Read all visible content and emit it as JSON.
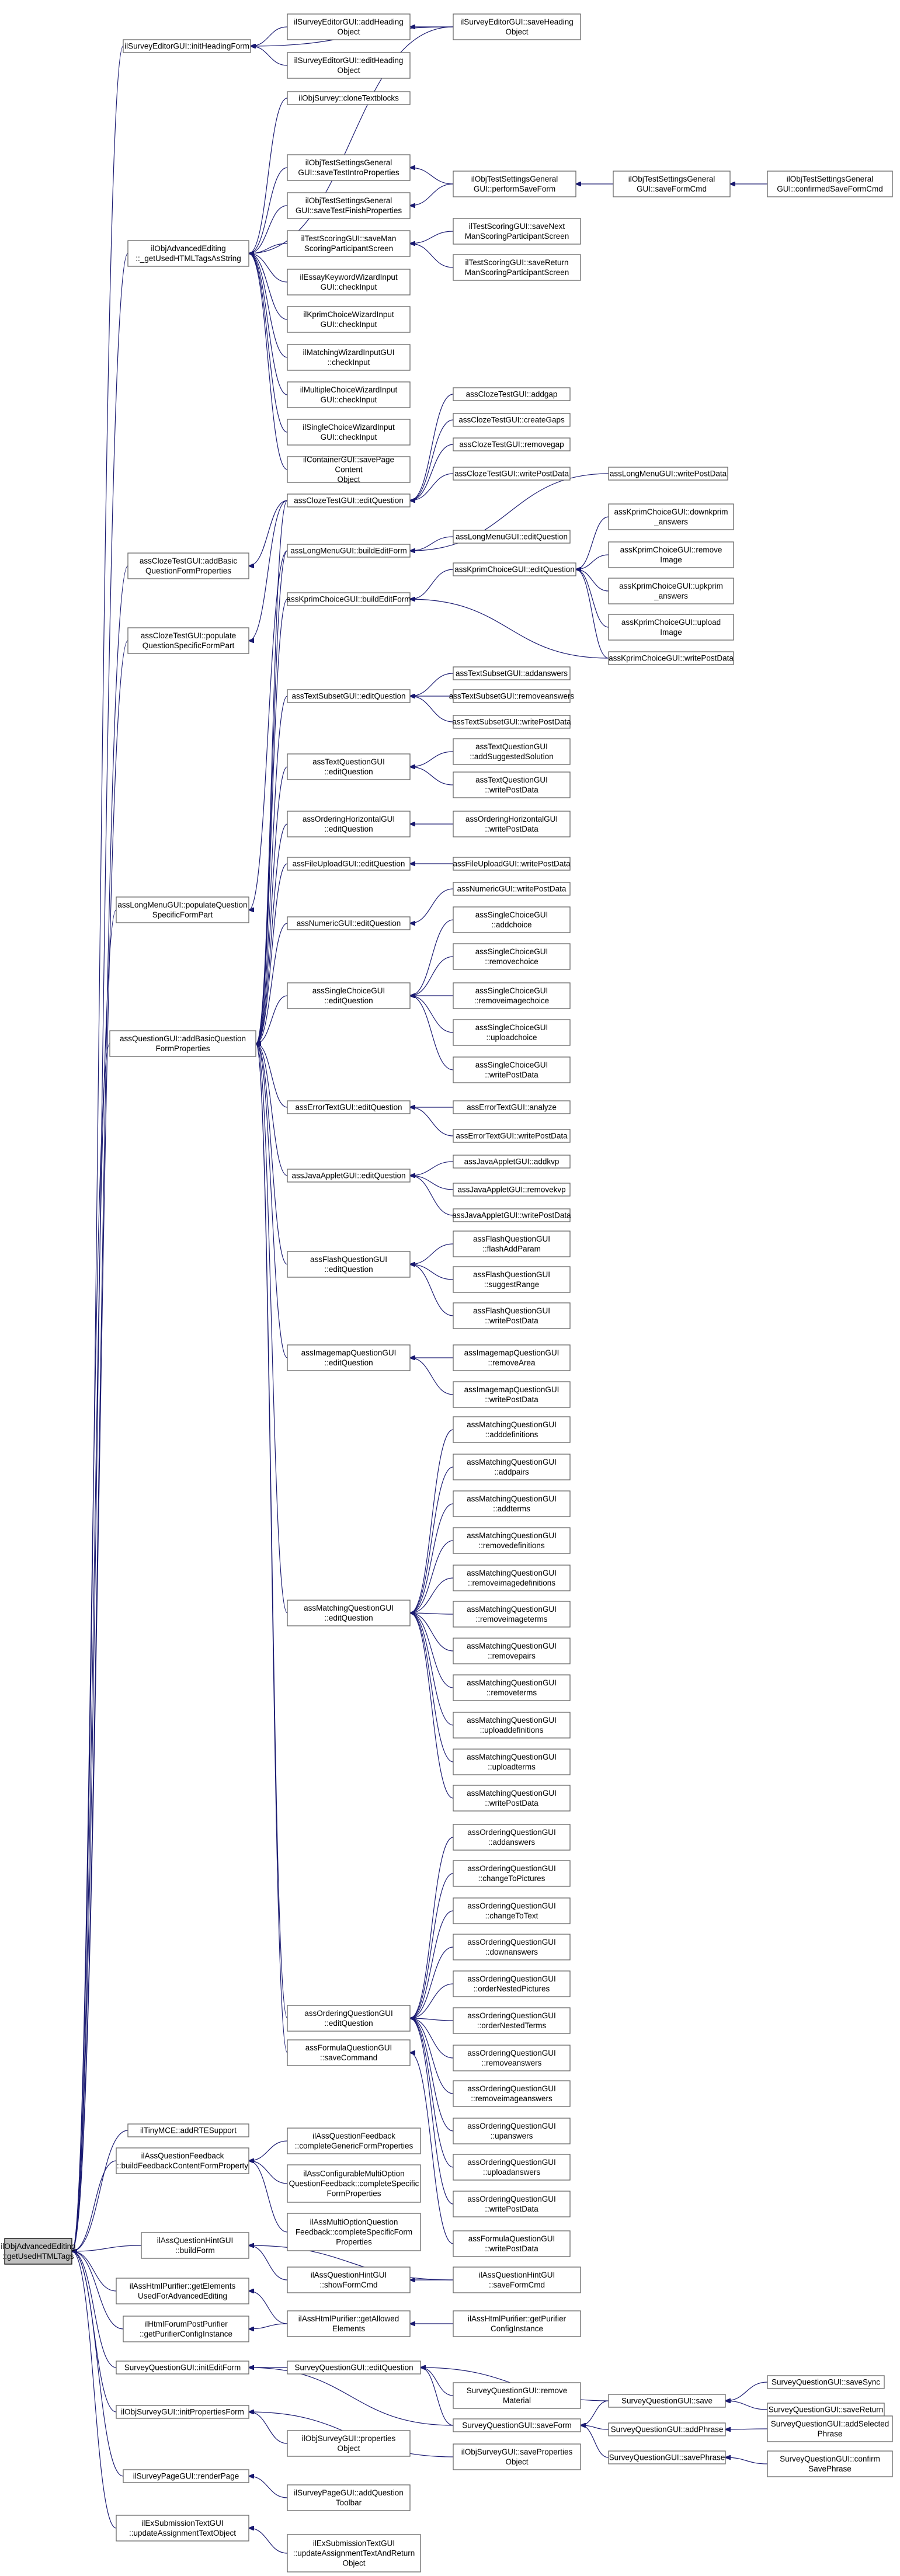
{
  "nodes": {
    "root": [
      "ilObjAdvancedEditing",
      "::getUsedHTMLTags"
    ],
    "sveHeadInit": [
      "ilSurveyEditorGUI::initHeadingForm"
    ],
    "sveAddHead": [
      "ilSurveyEditorGUI::addHeading",
      "Object"
    ],
    "sveSaveHead": [
      "ilSurveyEditorGUI::saveHeading",
      "Object"
    ],
    "sveEditHead": [
      "ilSurveyEditorGUI::editHeading",
      "Object"
    ],
    "osCloneText": [
      "ilObjSurvey::cloneTextblocks"
    ],
    "advUsed": [
      "ilObjAdvancedEditing",
      "::_getUsedHTMLTagsAsString"
    ],
    "otsIntro": [
      "ilObjTestSettingsGeneral",
      "GUI::saveTestIntroProperties"
    ],
    "otsFinish": [
      "ilObjTestSettingsGeneral",
      "GUI::saveTestFinishProperties"
    ],
    "otsPerform": [
      "ilObjTestSettingsGeneral",
      "GUI::performSaveForm"
    ],
    "otsSaveCmd": [
      "ilObjTestSettingsGeneral",
      "GUI::saveFormCmd"
    ],
    "otsConfirm": [
      "ilObjTestSettingsGeneral",
      "GUI::confirmedSaveFormCmd"
    ],
    "tsSaveMan": [
      "ilTestScoringGUI::saveMan",
      "ScoringParticipantScreen"
    ],
    "tsNext": [
      "ilTestScoringGUI::saveNext",
      "ManScoringParticipantScreen"
    ],
    "tsReturn": [
      "ilTestScoringGUI::saveReturn",
      "ManScoringParticipantScreen"
    ],
    "essayWiz": [
      "ilEssayKeywordWizardInput",
      "GUI::checkInput"
    ],
    "kprimWiz": [
      "ilKprimChoiceWizardInput",
      "GUI::checkInput"
    ],
    "matchWiz": [
      "ilMatchingWizardInputGUI",
      "::checkInput"
    ],
    "multiWiz": [
      "ilMultipleChoiceWizardInput",
      "GUI::checkInput"
    ],
    "singleWiz": [
      "ilSingleChoiceWizardInput",
      "GUI::checkInput"
    ],
    "contSave": [
      "ilContainerGUI::savePage",
      "Content",
      "Object"
    ],
    "clozeAddGap": [
      "assClozeTestGUI::addgap"
    ],
    "clozeCreate": [
      "assClozeTestGUI::createGaps"
    ],
    "clozeRemove": [
      "assClozeTestGUI::removegap"
    ],
    "clozeWrite": [
      "assClozeTestGUI::writePostData"
    ],
    "clozeEdit": [
      "assClozeTestGUI::editQuestion"
    ],
    "clozeAddBasic": [
      "assClozeTestGUI::addBasic",
      "QuestionFormProperties"
    ],
    "lmWrite": [
      "assLongMenuGUI::writePostData"
    ],
    "lmBuild": [
      "assLongMenuGUI::buildEditForm"
    ],
    "lmEdit": [
      "assLongMenuGUI::editQuestion"
    ],
    "kpDown": [
      "assKprimChoiceGUI::downkprim",
      "_answers"
    ],
    "kpEdit": [
      "assKprimChoiceGUI::editQuestion"
    ],
    "kpRemImg": [
      "assKprimChoiceGUI::remove",
      "Image"
    ],
    "kpBuild": [
      "assKprimChoiceGUI::buildEditForm"
    ],
    "kpUp": [
      "assKprimChoiceGUI::upkprim",
      "_answers"
    ],
    "kpUpload": [
      "assKprimChoiceGUI::upload",
      "Image"
    ],
    "kpWrite": [
      "assKprimChoiceGUI::writePostData"
    ],
    "clozePopulate": [
      "assClozeTestGUI::populate",
      "QuestionSpecificFormPart"
    ],
    "tsAdd": [
      "assTextSubsetGUI::addanswers"
    ],
    "tsEdit": [
      "assTextSubsetGUI::editQuestion"
    ],
    "tsRem": [
      "assTextSubsetGUI::removeanswers"
    ],
    "tsWrite": [
      "assTextSubsetGUI::writePostData"
    ],
    "tqAdd": [
      "assTextQuestionGUI",
      "::addSuggestedSolution"
    ],
    "tqEdit": [
      "assTextQuestionGUI",
      "::editQuestion"
    ],
    "tqWrite": [
      "assTextQuestionGUI",
      "::writePostData"
    ],
    "ohEdit": [
      "assOrderingHorizontalGUI",
      "::editQuestion"
    ],
    "ohWrite": [
      "assOrderingHorizontalGUI",
      "::writePostData"
    ],
    "fuEdit": [
      "assFileUploadGUI::editQuestion"
    ],
    "fuWrite": [
      "assFileUploadGUI::writePostData"
    ],
    "lmPopulate": [
      "assLongMenuGUI::populateQuestion",
      "SpecificFormPart"
    ],
    "numWrite": [
      "assNumericGUI::writePostData"
    ],
    "numEdit": [
      "assNumericGUI::editQuestion"
    ],
    "scAdd": [
      "assSingleChoiceGUI",
      "::addchoice"
    ],
    "scRem": [
      "assSingleChoiceGUI",
      "::removechoice"
    ],
    "scEdit": [
      "assSingleChoiceGUI",
      "::editQuestion"
    ],
    "scRemImg": [
      "assSingleChoiceGUI",
      "::removeimagechoice"
    ],
    "scUpload": [
      "assSingleChoiceGUI",
      "::uploadchoice"
    ],
    "scWrite": [
      "assSingleChoiceGUI",
      "::writePostData"
    ],
    "qAddBasic": [
      "assQuestionGUI::addBasicQuestion",
      "FormProperties"
    ],
    "etAnalyze": [
      "assErrorTextGUI::analyze"
    ],
    "etEdit": [
      "assErrorTextGUI::editQuestion"
    ],
    "etWrite": [
      "assErrorTextGUI::writePostData"
    ],
    "jaAdd": [
      "assJavaAppletGUI::addkvp"
    ],
    "jaEdit": [
      "assJavaAppletGUI::editQuestion"
    ],
    "jaRem": [
      "assJavaAppletGUI::removekvp"
    ],
    "jaWrite": [
      "assJavaAppletGUI::writePostData"
    ],
    "flAdd": [
      "assFlashQuestionGUI",
      "::flashAddParam"
    ],
    "flEdit": [
      "assFlashQuestionGUI",
      "::editQuestion"
    ],
    "flRange": [
      "assFlashQuestionGUI",
      "::suggestRange"
    ],
    "flWrite": [
      "assFlashQuestionGUI",
      "::writePostData"
    ],
    "imEdit": [
      "assImagemapQuestionGUI",
      "::editQuestion"
    ],
    "imRem": [
      "assImagemapQuestionGUI",
      "::removeArea"
    ],
    "imWrite": [
      "assImagemapQuestionGUI",
      "::writePostData"
    ],
    "mqEdit": [
      "assMatchingQuestionGUI",
      "::editQuestion"
    ],
    "mq1": [
      "assMatchingQuestionGUI",
      "::adddefinitions"
    ],
    "mq2": [
      "assMatchingQuestionGUI",
      "::addpairs"
    ],
    "mq3": [
      "assMatchingQuestionGUI",
      "::addterms"
    ],
    "mq4": [
      "assMatchingQuestionGUI",
      "::removedefinitions"
    ],
    "mq5": [
      "assMatchingQuestionGUI",
      "::removeimagedefinitions"
    ],
    "mq6": [
      "assMatchingQuestionGUI",
      "::removeimageterms"
    ],
    "mq7": [
      "assMatchingQuestionGUI",
      "::removepairs"
    ],
    "mq8": [
      "assMatchingQuestionGUI",
      "::removeterms"
    ],
    "mq9": [
      "assMatchingQuestionGUI",
      "::uploaddefinitions"
    ],
    "mq10": [
      "assMatchingQuestionGUI",
      "::uploadterms"
    ],
    "mq11": [
      "assMatchingQuestionGUI",
      "::writePostData"
    ],
    "oqEdit": [
      "assOrderingQuestionGUI",
      "::editQuestion"
    ],
    "oq1": [
      "assOrderingQuestionGUI",
      "::addanswers"
    ],
    "oq2": [
      "assOrderingQuestionGUI",
      "::changeToPictures"
    ],
    "oq3": [
      "assOrderingQuestionGUI",
      "::changeToText"
    ],
    "oq4": [
      "assOrderingQuestionGUI",
      "::downanswers"
    ],
    "oq5": [
      "assOrderingQuestionGUI",
      "::orderNestedPictures"
    ],
    "oq6": [
      "assOrderingQuestionGUI",
      "::orderNestedTerms"
    ],
    "oq7": [
      "assOrderingQuestionGUI",
      "::removeanswers"
    ],
    "oq8": [
      "assOrderingQuestionGUI",
      "::removeimageanswers"
    ],
    "oq9": [
      "assOrderingQuestionGUI",
      "::upanswers"
    ],
    "oq10": [
      "assOrderingQuestionGUI",
      "::uploadanswers"
    ],
    "oq11": [
      "assOrderingQuestionGUI",
      "::writePostData"
    ],
    "fqSave": [
      "assFormulaQuestionGUI",
      "::saveCommand"
    ],
    "fqWrite": [
      "assFormulaQuestionGUI",
      "::writePostData"
    ],
    "tinyAdd": [
      "ilTinyMCE::addRTESupport"
    ],
    "qfBuild": [
      "ilAssQuestionFeedback",
      "::buildFeedbackContentFormProperty"
    ],
    "qfGeneric": [
      "ilAssQuestionFeedback",
      "::completeGenericFormProperties"
    ],
    "qfConfig": [
      "ilAssConfigurableMultiOption",
      "QuestionFeedback::completeSpecific",
      "FormProperties"
    ],
    "qfMulti": [
      "ilAssMultiOptionQuestion",
      "Feedback::completeSpecificForm",
      "Properties"
    ],
    "hintBuild": [
      "ilAssQuestionHintGUI",
      "::buildForm"
    ],
    "hintShow": [
      "ilAssQuestionHintGUI",
      "::showFormCmd"
    ],
    "hintSave": [
      "ilAssQuestionHintGUI",
      "::saveFormCmd"
    ],
    "hpElements": [
      "ilAssHtmlPurifier::getElements",
      "UsedForAdvancedEditing"
    ],
    "hpAllowed": [
      "ilAssHtmlPurifier::getAllowed",
      "Elements"
    ],
    "hpConfig": [
      "ilAssHtmlPurifier::getPurifier",
      "ConfigInstance"
    ],
    "hfConfig": [
      "ilHtmlForumPostPurifier",
      "::getPurifierConfigInstance"
    ],
    "sqInit": [
      "SurveyQuestionGUI::initEditForm"
    ],
    "sqEdit": [
      "SurveyQuestionGUI::editQuestion"
    ],
    "sqRemMat": [
      "SurveyQuestionGUI::remove",
      "Material"
    ],
    "sqSaveForm": [
      "SurveyQuestionGUI::saveForm"
    ],
    "sqSave": [
      "SurveyQuestionGUI::save"
    ],
    "sqSaveSync": [
      "SurveyQuestionGUI::saveSync"
    ],
    "sqSaveReturn": [
      "SurveyQuestionGUI::saveReturn"
    ],
    "sqAddPhrase": [
      "SurveyQuestionGUI::addPhrase"
    ],
    "sqAddSel": [
      "SurveyQuestionGUI::addSelected",
      "Phrase"
    ],
    "sqSavePhrase": [
      "SurveyQuestionGUI::savePhrase"
    ],
    "sqConfirm": [
      "SurveyQuestionGUI::confirm",
      "SavePhrase"
    ],
    "osInitProps": [
      "ilObjSurveyGUI::initPropertiesForm"
    ],
    "osProps": [
      "ilObjSurveyGUI::properties",
      "Object"
    ],
    "osSaveProps": [
      "ilObjSurveyGUI::saveProperties",
      "Object"
    ],
    "spRender": [
      "ilSurveyPageGUI::renderPage"
    ],
    "spAddToolbar": [
      "ilSurveyPageGUI::addQuestion",
      "Toolbar"
    ],
    "exUpdate": [
      "ilExSubmissionTextGUI",
      "::updateAssignmentTextObject"
    ],
    "exUpdateRet": [
      "ilExSubmissionTextGUI",
      "::updateAssignmentTextAndReturn",
      "Object"
    ]
  },
  "edges": [
    [
      "sveHeadInit",
      "root"
    ],
    [
      "sveAddHead",
      "sveHeadInit"
    ],
    [
      "sveSaveHead",
      "sveHeadInit"
    ],
    [
      "sveEditHead",
      "sveHeadInit"
    ],
    [
      "sveSaveHead",
      "sveAddHead"
    ],
    [
      "advUsed",
      "root"
    ],
    [
      "osCloneText",
      "advUsed"
    ],
    [
      "sveSaveHead",
      "advUsed"
    ],
    [
      "otsIntro",
      "advUsed"
    ],
    [
      "otsFinish",
      "advUsed"
    ],
    [
      "otsPerform",
      "otsIntro"
    ],
    [
      "otsPerform",
      "otsFinish"
    ],
    [
      "otsSaveCmd",
      "otsPerform"
    ],
    [
      "otsConfirm",
      "otsSaveCmd"
    ],
    [
      "tsSaveMan",
      "advUsed"
    ],
    [
      "tsNext",
      "tsSaveMan"
    ],
    [
      "tsReturn",
      "tsSaveMan"
    ],
    [
      "essayWiz",
      "advUsed"
    ],
    [
      "kprimWiz",
      "advUsed"
    ],
    [
      "matchWiz",
      "advUsed"
    ],
    [
      "multiWiz",
      "advUsed"
    ],
    [
      "singleWiz",
      "advUsed"
    ],
    [
      "contSave",
      "advUsed"
    ],
    [
      "clozeAddBasic",
      "root"
    ],
    [
      "clozeEdit",
      "clozeAddBasic"
    ],
    [
      "clozeAddGap",
      "clozeEdit"
    ],
    [
      "clozeCreate",
      "clozeEdit"
    ],
    [
      "clozeRemove",
      "clozeEdit"
    ],
    [
      "clozeWrite",
      "clozeEdit"
    ],
    [
      "clozePopulate",
      "root"
    ],
    [
      "clozeEdit",
      "clozePopulate"
    ],
    [
      "lmPopulate",
      "root"
    ],
    [
      "qAddBasic",
      "root"
    ],
    [
      "lmBuild",
      "lmPopulate"
    ],
    [
      "lmWrite",
      "lmBuild"
    ],
    [
      "lmEdit",
      "lmBuild"
    ],
    [
      "kpBuild",
      "qAddBasic"
    ],
    [
      "kpEdit",
      "kpBuild"
    ],
    [
      "kpDown",
      "kpEdit"
    ],
    [
      "kpRemImg",
      "kpEdit"
    ],
    [
      "kpUp",
      "kpEdit"
    ],
    [
      "kpUpload",
      "kpEdit"
    ],
    [
      "kpWrite",
      "kpEdit"
    ],
    [
      "kpWrite",
      "kpBuild"
    ],
    [
      "lmBuild",
      "qAddBasic"
    ],
    [
      "clozeEdit",
      "qAddBasic"
    ],
    [
      "tsEdit",
      "qAddBasic"
    ],
    [
      "tsAdd",
      "tsEdit"
    ],
    [
      "tsRem",
      "tsEdit"
    ],
    [
      "tsWrite",
      "tsEdit"
    ],
    [
      "tqEdit",
      "qAddBasic"
    ],
    [
      "tqAdd",
      "tqEdit"
    ],
    [
      "tqWrite",
      "tqEdit"
    ],
    [
      "ohEdit",
      "qAddBasic"
    ],
    [
      "ohWrite",
      "ohEdit"
    ],
    [
      "fuEdit",
      "qAddBasic"
    ],
    [
      "fuWrite",
      "fuEdit"
    ],
    [
      "numEdit",
      "qAddBasic"
    ],
    [
      "numWrite",
      "numEdit"
    ],
    [
      "scEdit",
      "qAddBasic"
    ],
    [
      "scAdd",
      "scEdit"
    ],
    [
      "scRem",
      "scEdit"
    ],
    [
      "scRemImg",
      "scEdit"
    ],
    [
      "scUpload",
      "scEdit"
    ],
    [
      "scWrite",
      "scEdit"
    ],
    [
      "etEdit",
      "qAddBasic"
    ],
    [
      "etAnalyze",
      "etEdit"
    ],
    [
      "etWrite",
      "etEdit"
    ],
    [
      "jaEdit",
      "qAddBasic"
    ],
    [
      "jaAdd",
      "jaEdit"
    ],
    [
      "jaRem",
      "jaEdit"
    ],
    [
      "jaWrite",
      "jaEdit"
    ],
    [
      "flEdit",
      "qAddBasic"
    ],
    [
      "flAdd",
      "flEdit"
    ],
    [
      "flRange",
      "flEdit"
    ],
    [
      "flWrite",
      "flEdit"
    ],
    [
      "imEdit",
      "qAddBasic"
    ],
    [
      "imRem",
      "imEdit"
    ],
    [
      "imWrite",
      "imEdit"
    ],
    [
      "mqEdit",
      "qAddBasic"
    ],
    [
      "mq1",
      "mqEdit"
    ],
    [
      "mq2",
      "mqEdit"
    ],
    [
      "mq3",
      "mqEdit"
    ],
    [
      "mq4",
      "mqEdit"
    ],
    [
      "mq5",
      "mqEdit"
    ],
    [
      "mq6",
      "mqEdit"
    ],
    [
      "mq7",
      "mqEdit"
    ],
    [
      "mq8",
      "mqEdit"
    ],
    [
      "mq9",
      "mqEdit"
    ],
    [
      "mq10",
      "mqEdit"
    ],
    [
      "mq11",
      "mqEdit"
    ],
    [
      "oqEdit",
      "qAddBasic"
    ],
    [
      "oq1",
      "oqEdit"
    ],
    [
      "oq2",
      "oqEdit"
    ],
    [
      "oq3",
      "oqEdit"
    ],
    [
      "oq4",
      "oqEdit"
    ],
    [
      "oq5",
      "oqEdit"
    ],
    [
      "oq6",
      "oqEdit"
    ],
    [
      "oq7",
      "oqEdit"
    ],
    [
      "oq8",
      "oqEdit"
    ],
    [
      "oq9",
      "oqEdit"
    ],
    [
      "oq10",
      "oqEdit"
    ],
    [
      "oq11",
      "oqEdit"
    ],
    [
      "fqSave",
      "qAddBasic"
    ],
    [
      "fqWrite",
      "fqSave"
    ],
    [
      "tinyAdd",
      "root"
    ],
    [
      "qfBuild",
      "root"
    ],
    [
      "qfGeneric",
      "qfBuild"
    ],
    [
      "qfConfig",
      "qfBuild"
    ],
    [
      "qfMulti",
      "qfBuild"
    ],
    [
      "hintBuild",
      "root"
    ],
    [
      "hintShow",
      "hintBuild"
    ],
    [
      "hintSave",
      "hintBuild"
    ],
    [
      "hintSave",
      "hintShow"
    ],
    [
      "hpElements",
      "root"
    ],
    [
      "hpAllowed",
      "hpElements"
    ],
    [
      "hpAllowed",
      "hfConfig"
    ],
    [
      "hpConfig",
      "hpAllowed"
    ],
    [
      "hfConfig",
      "root"
    ],
    [
      "sqInit",
      "root"
    ],
    [
      "sqEdit",
      "sqInit"
    ],
    [
      "sqRemMat",
      "sqEdit"
    ],
    [
      "sqSaveForm",
      "sqEdit"
    ],
    [
      "sqSaveForm",
      "sqInit"
    ],
    [
      "sqSave",
      "sqSaveForm"
    ],
    [
      "sqSave",
      "sqEdit"
    ],
    [
      "sqSaveSync",
      "sqSave"
    ],
    [
      "sqSaveReturn",
      "sqSave"
    ],
    [
      "sqAddPhrase",
      "sqSaveForm"
    ],
    [
      "sqAddSel",
      "sqAddPhrase"
    ],
    [
      "sqSavePhrase",
      "sqSaveForm"
    ],
    [
      "sqConfirm",
      "sqSavePhrase"
    ],
    [
      "osInitProps",
      "root"
    ],
    [
      "osProps",
      "osInitProps"
    ],
    [
      "osSaveProps",
      "osInitProps"
    ],
    [
      "spRender",
      "root"
    ],
    [
      "spAddToolbar",
      "spRender"
    ],
    [
      "exUpdate",
      "root"
    ],
    [
      "exUpdateRet",
      "exUpdate"
    ]
  ]
}
